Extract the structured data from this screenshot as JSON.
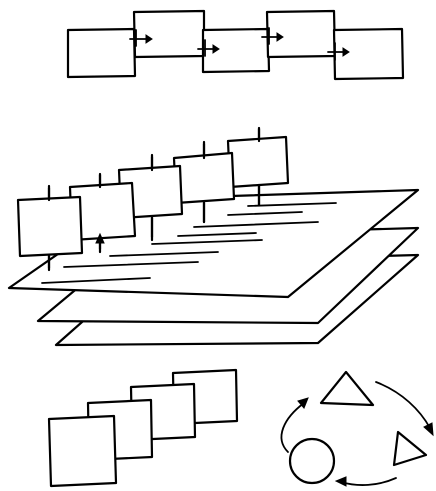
{
  "figure": {
    "background_color": "#ffffff",
    "ink_color": "#000000",
    "panels": [
      {
        "key": "chain",
        "frame_count": 5,
        "connector_count": 4
      },
      {
        "key": "stack",
        "sheet_count": 3,
        "post_count": 5
      },
      {
        "key": "deck",
        "frame_count": 4
      },
      {
        "key": "cycle",
        "shapes": [
          "triangle-icon",
          "triangle-icon",
          "circle-icon"
        ],
        "arrow_count": 3
      }
    ]
  }
}
